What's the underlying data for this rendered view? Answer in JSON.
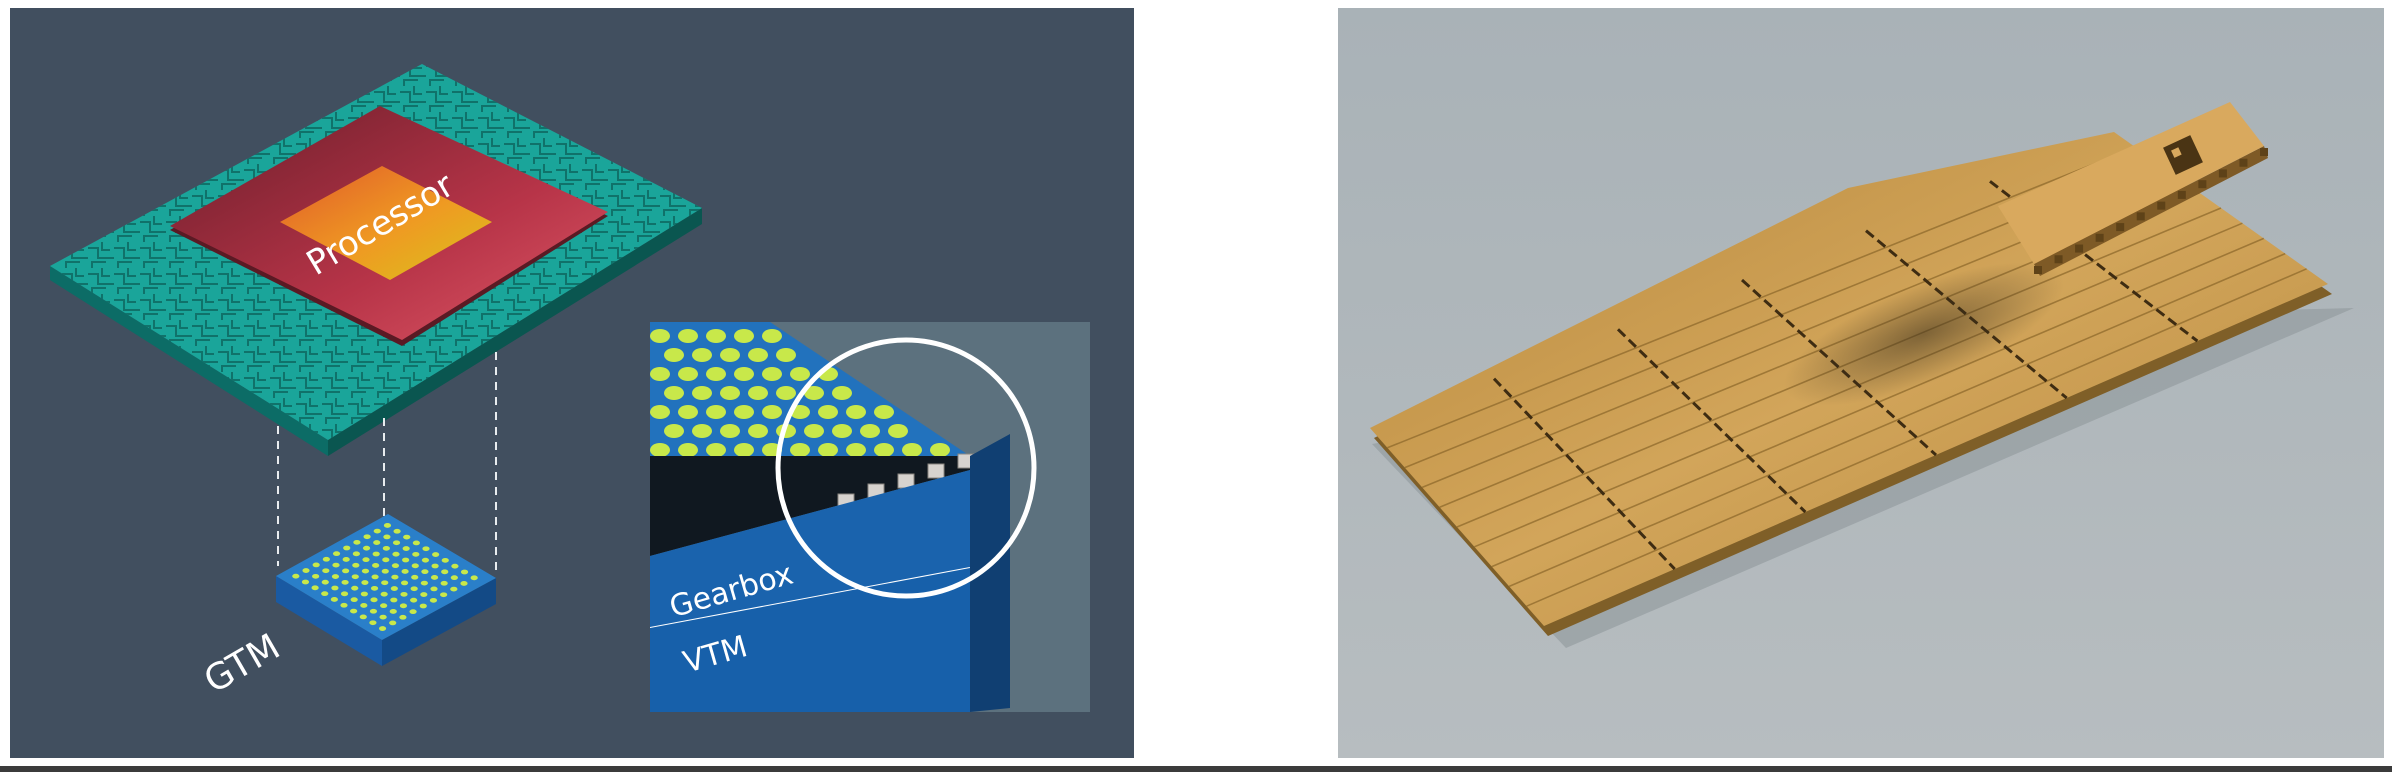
{
  "left_diagram": {
    "processor_label": "Processor",
    "gtm_label": "GTM",
    "gearbox_label": "Gearbox",
    "vtm_label": "VTM"
  },
  "colors": {
    "panel_bg": "#414f5f",
    "pcb_green": "#1aa59a",
    "processor_red": "#d04a57",
    "die_orange": "#e88a2c",
    "module_blue": "#1f6db4",
    "pad_yellow": "#c8e84a",
    "photo_bg": "#a6afb4",
    "board_gold": "#c79a4a"
  }
}
